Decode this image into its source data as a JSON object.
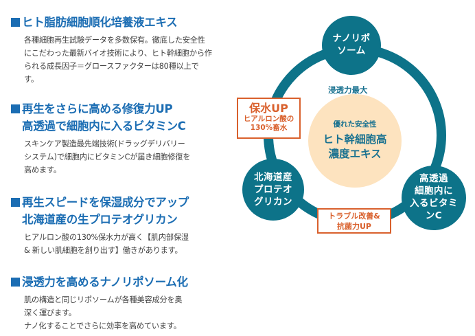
{
  "sections": [
    {
      "heading_lines": [
        "ヒト脂肪細胞順化培養液エキス"
      ],
      "body_lines": [
        "各種細胞再生試験データを多数保有。徹底した安全性",
        "にこだわった最新バイオ技術により、ヒト幹細胞から作",
        "られる成長因子＝グロースファクターは80種以上で",
        "す。"
      ]
    },
    {
      "heading_lines": [
        "再生をさらに高める修復力UP",
        "高透過で細胞内に入るビタミンC"
      ],
      "body_lines": [
        "スキンケア製造最先端技術(ドラッグデリバリー",
        "システム)で細胞内にビタミンCが届き細胞修復を",
        "高めます。"
      ]
    },
    {
      "heading_lines": [
        "再生スピードを保湿成分でアップ",
        "北海道産の生プロテオグリカン"
      ],
      "body_lines": [
        "ヒアルロン酸の130%保水力が高く【肌内部保湿",
        "& 新しい肌細胞を創り出す】働きがあります。"
      ]
    },
    {
      "heading_lines": [
        "浸透力を高めるナノリポソーム化"
      ],
      "body_lines": [
        "肌の構造と同じリポソームが各種美容成分を奥",
        "深く運びます。",
        "ナノ化することでさらに効率を高めています。"
      ]
    }
  ],
  "diagram": {
    "colors": {
      "teal": "#0d7389",
      "orange": "#d9602c",
      "center_fill": "#fde3bf",
      "heading_blue": "#1b6db3"
    },
    "center": {
      "small": "優れた安全性",
      "big_lines": [
        "ヒト幹細胞高",
        "濃度エキス"
      ]
    },
    "nodes": {
      "top": [
        "ナノリポ",
        "ソーム"
      ],
      "left": [
        "北海道産",
        "プロテオ",
        "グリカン"
      ],
      "right": [
        "高透過",
        "細胞内に",
        "入るビタミ",
        "ンC"
      ]
    },
    "ring_label_top": "浸透力最大",
    "tag_water": {
      "big": "保水UP",
      "small_lines": [
        "ヒアルロン酸の",
        "130%畜水"
      ]
    },
    "tag_trouble": {
      "lines": [
        "トラブル改善&",
        "抗菌力UP"
      ]
    }
  }
}
